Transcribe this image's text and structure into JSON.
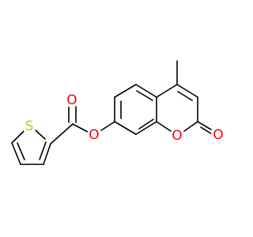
{
  "colors": {
    "bond": "#000000",
    "oxygen": "#ff0000",
    "sulfur": "#cccc00"
  },
  "molecule": {
    "atoms": {
      "S": "S",
      "O_ester": "O",
      "O_carbonyl_ester": "O",
      "O_ring": "O",
      "O_lactone_carbonyl": "O"
    }
  }
}
